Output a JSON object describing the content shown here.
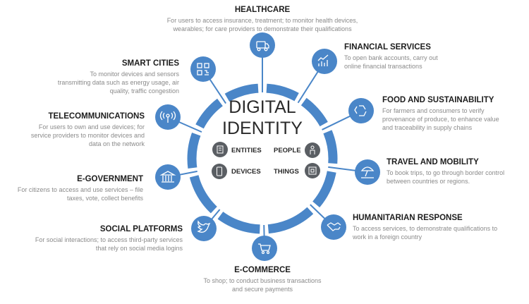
{
  "center": {
    "line1": "DIGITAL",
    "line2": "IDENTITY"
  },
  "entities": [
    {
      "label": "ENTITIES",
      "icon": "building-icon"
    },
    {
      "label": "PEOPLE",
      "icon": "person-icon"
    },
    {
      "label": "DEVICES",
      "icon": "phone-icon"
    },
    {
      "label": "THINGS",
      "icon": "chip-icon"
    }
  ],
  "sectors": [
    {
      "title": "HEALTHCARE",
      "icon": "ambulance-icon",
      "desc": [
        "For users to access insurance,  treatment; to monitor health devices,",
        "wearables; for care providers to demonstrate their qualifications"
      ]
    },
    {
      "title": "FINANCIAL SERVICES",
      "icon": "chart-icon",
      "desc": [
        "To open bank accounts,  carry out",
        "online  financial  transactions"
      ]
    },
    {
      "title": "FOOD AND SUSTAINABILITY",
      "icon": "recycle-icon",
      "desc": [
        "For farmers and consumers to verify",
        "provenance of produce, to enhance  value",
        "and traceability in supply chains"
      ]
    },
    {
      "title": "TRAVEL AND MOBILITY",
      "icon": "beach-umbrella-icon",
      "desc": [
        "To book trips, to go through border control",
        "between countries or regions."
      ]
    },
    {
      "title": "HUMANITARIAN  RESPONSE",
      "icon": "handshake-icon",
      "desc": [
        "To access services, to demonstrate qualifications  to",
        "work in a foreign country"
      ]
    },
    {
      "title": "E-COMMERCE",
      "icon": "shopping-cart-icon",
      "desc": [
        "To shop; to conduct business transactions",
        "and secure payments"
      ]
    },
    {
      "title": "SOCIAL PLATFORMS",
      "icon": "bird-icon",
      "desc": [
        "For social interactions; to access third-party services",
        "that rely on social media logins"
      ]
    },
    {
      "title": "E-GOVERNMENT",
      "icon": "government-building-icon",
      "desc": [
        "For citizens to access and use services – file",
        "taxes, vote, collect benefits"
      ]
    },
    {
      "title": "TELECOMMUNICATIONS",
      "icon": "antenna-icon",
      "desc": [
        "For users to own and use devices; for",
        "service providers to monitor devices and",
        "data on the network"
      ]
    },
    {
      "title": "SMART CITIES",
      "icon": "qr-code-icon",
      "desc": [
        "To monitor devices and sensors",
        "transmitting data such as energy usage, air",
        "quality, traffic congestion"
      ]
    }
  ],
  "colors": {
    "ring": "#4a86c8",
    "entity": "#5a5e63",
    "title": "#1d1d1d",
    "desc": "#8a8a8a"
  }
}
